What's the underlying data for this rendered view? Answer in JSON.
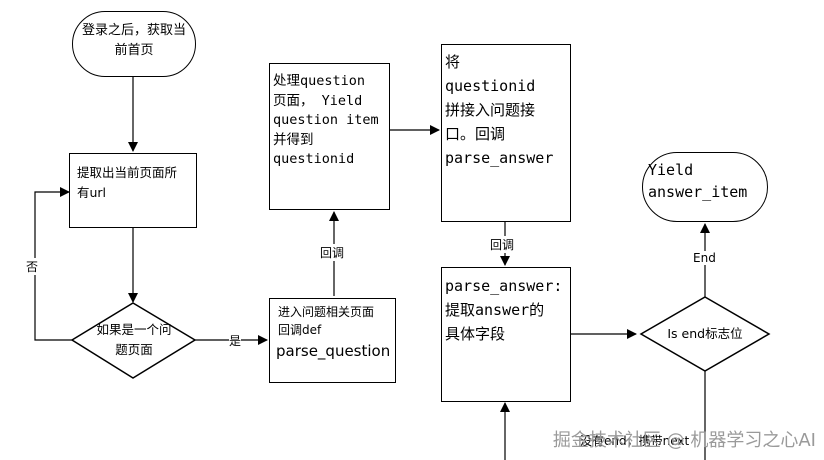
{
  "nodes": {
    "start": {
      "text": "登录之后，获取当\n前首页"
    },
    "extract_url": {
      "text": "提取出当前页面所\n有url"
    },
    "is_question": {
      "text": "如果是一个问\n题页面"
    },
    "enter_question": {
      "line1": "进入问题相关页面",
      "line2": "回调def",
      "line3": "parse_question"
    },
    "process_question": {
      "text": "处理question\n页面， Yield\nquestion item\n并得到\nquestionid"
    },
    "build_answer_url": {
      "text": "将\nquestionid\n拼接入问题接\n口。回调\nparse_answer"
    },
    "parse_answer": {
      "text": "parse_answer:\n提取answer的\n具体字段"
    },
    "is_end": {
      "text": "Is end标志位"
    },
    "yield_answer": {
      "text": "Yield\nanswer_item"
    }
  },
  "edge_labels": {
    "no": "否",
    "yes": "是",
    "callback_up": "回调",
    "callback_down": "回调",
    "end": "End",
    "no_end": "没有end，携带next"
  },
  "watermark": "掘金技术社区 @ 机器学习之心AI"
}
